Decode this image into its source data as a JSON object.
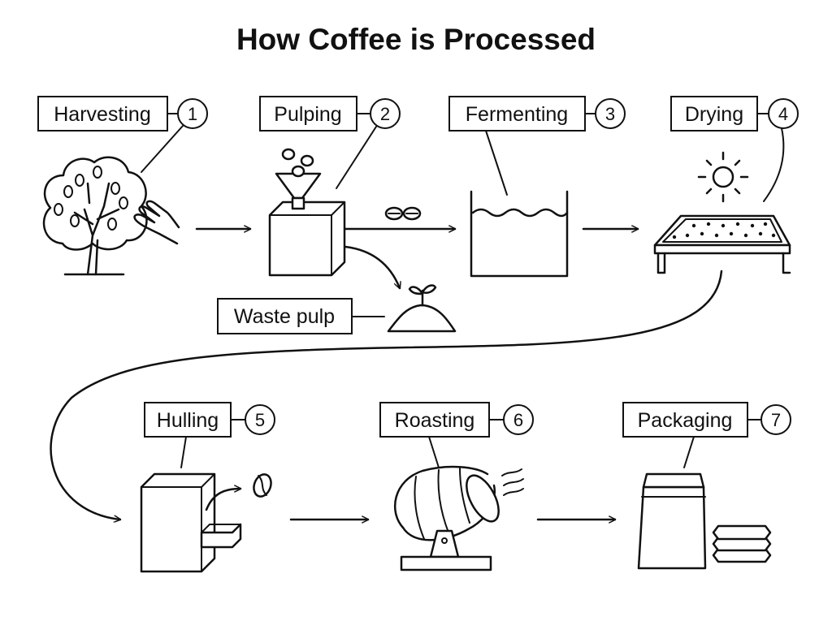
{
  "title": "How Coffee is Processed",
  "steps": [
    {
      "label": "Harvesting",
      "number": "1"
    },
    {
      "label": "Pulping",
      "number": "2"
    },
    {
      "label": "Fermenting",
      "number": "3"
    },
    {
      "label": "Drying",
      "number": "4"
    },
    {
      "label": "Hulling",
      "number": "5"
    },
    {
      "label": "Roasting",
      "number": "6"
    },
    {
      "label": "Packaging",
      "number": "7"
    }
  ],
  "byproduct": {
    "label": "Waste pulp"
  }
}
